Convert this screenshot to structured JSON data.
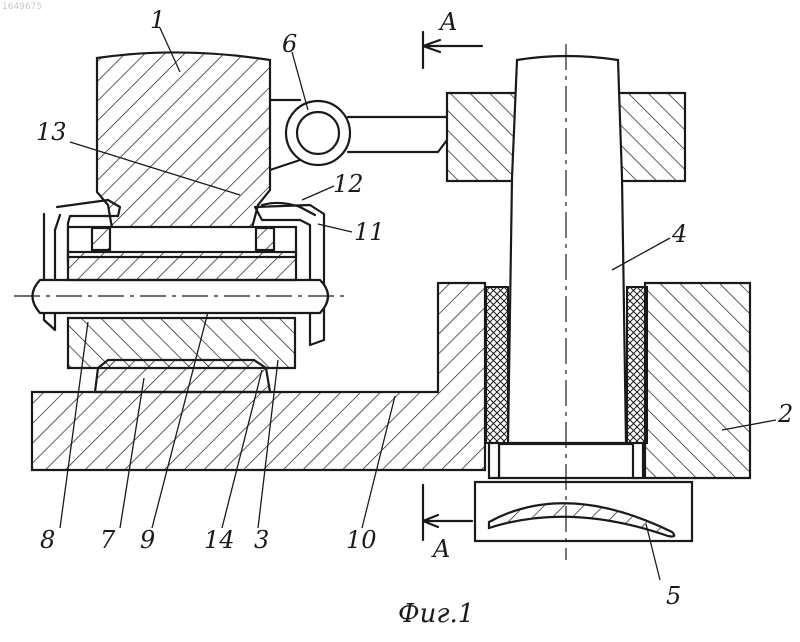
{
  "corner_id": "1649675",
  "caption": "Фиг.1",
  "section_marks": {
    "top": "A",
    "bottom": "A"
  },
  "labels": {
    "l1": "1",
    "l2": "2",
    "l3": "3",
    "l4": "4",
    "l5": "5",
    "l6": "6",
    "l7": "7",
    "l8": "8",
    "l9": "9",
    "l10": "10",
    "l11": "11",
    "l12": "12",
    "l13": "13",
    "l14": "14"
  },
  "colors": {
    "ink": "#1a1a1a",
    "paper": "#ffffff"
  }
}
